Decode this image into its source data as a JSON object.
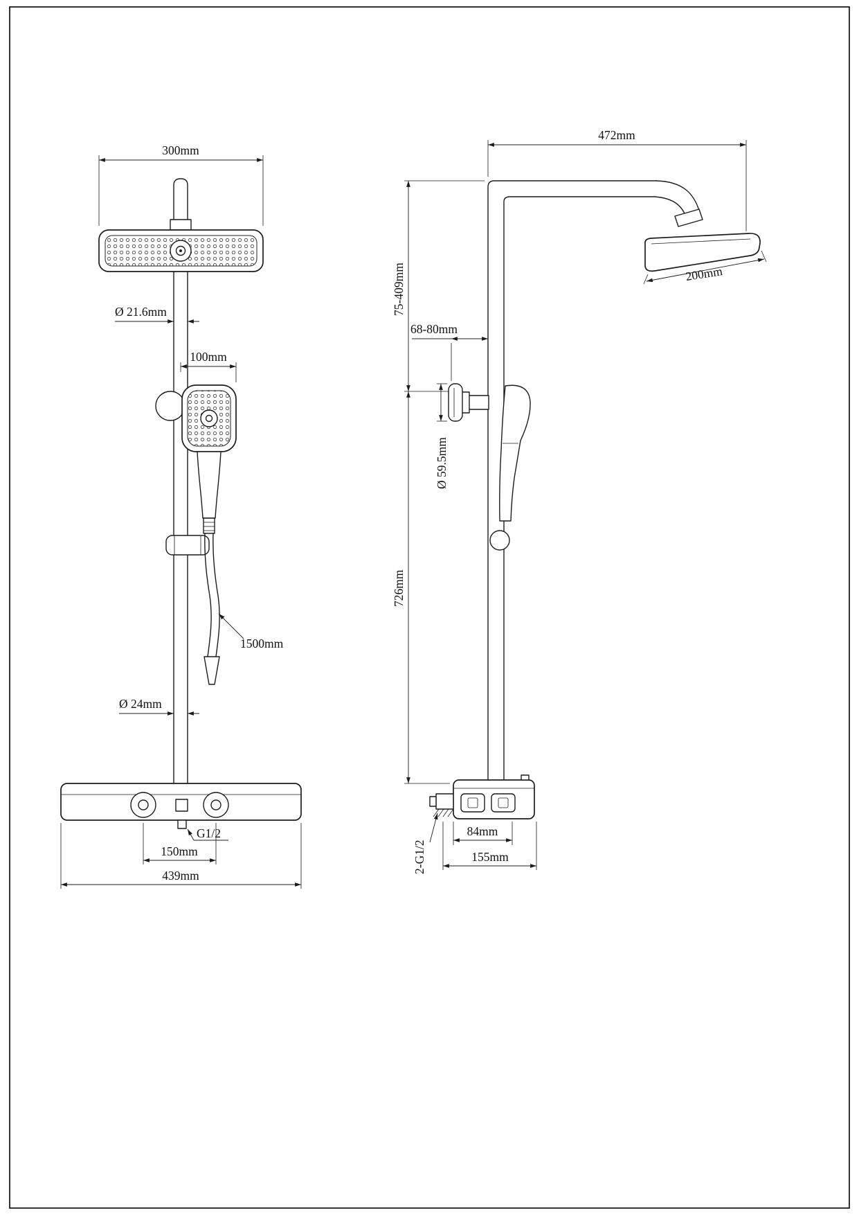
{
  "drawing": {
    "title": "shower-system-technical-drawing",
    "front": {
      "head_width": "300mm",
      "pipe_dia_upper": "Ø 21.6mm",
      "hand_offset": "100mm",
      "hose_length": "1500mm",
      "pipe_dia_lower": "Ø 24mm",
      "thread": "G1/2",
      "knob_spacing": "150mm",
      "base_width": "439mm"
    },
    "side": {
      "top_reach": "472mm",
      "adjust_range": "75-409mm",
      "bracket_range": "68-80mm",
      "head_depth": "200mm",
      "flange_dia": "Ø 59.5mm",
      "column_height": "726mm",
      "thread": "2-G1/2",
      "body_width": "84mm",
      "base_depth": "155mm"
    }
  }
}
